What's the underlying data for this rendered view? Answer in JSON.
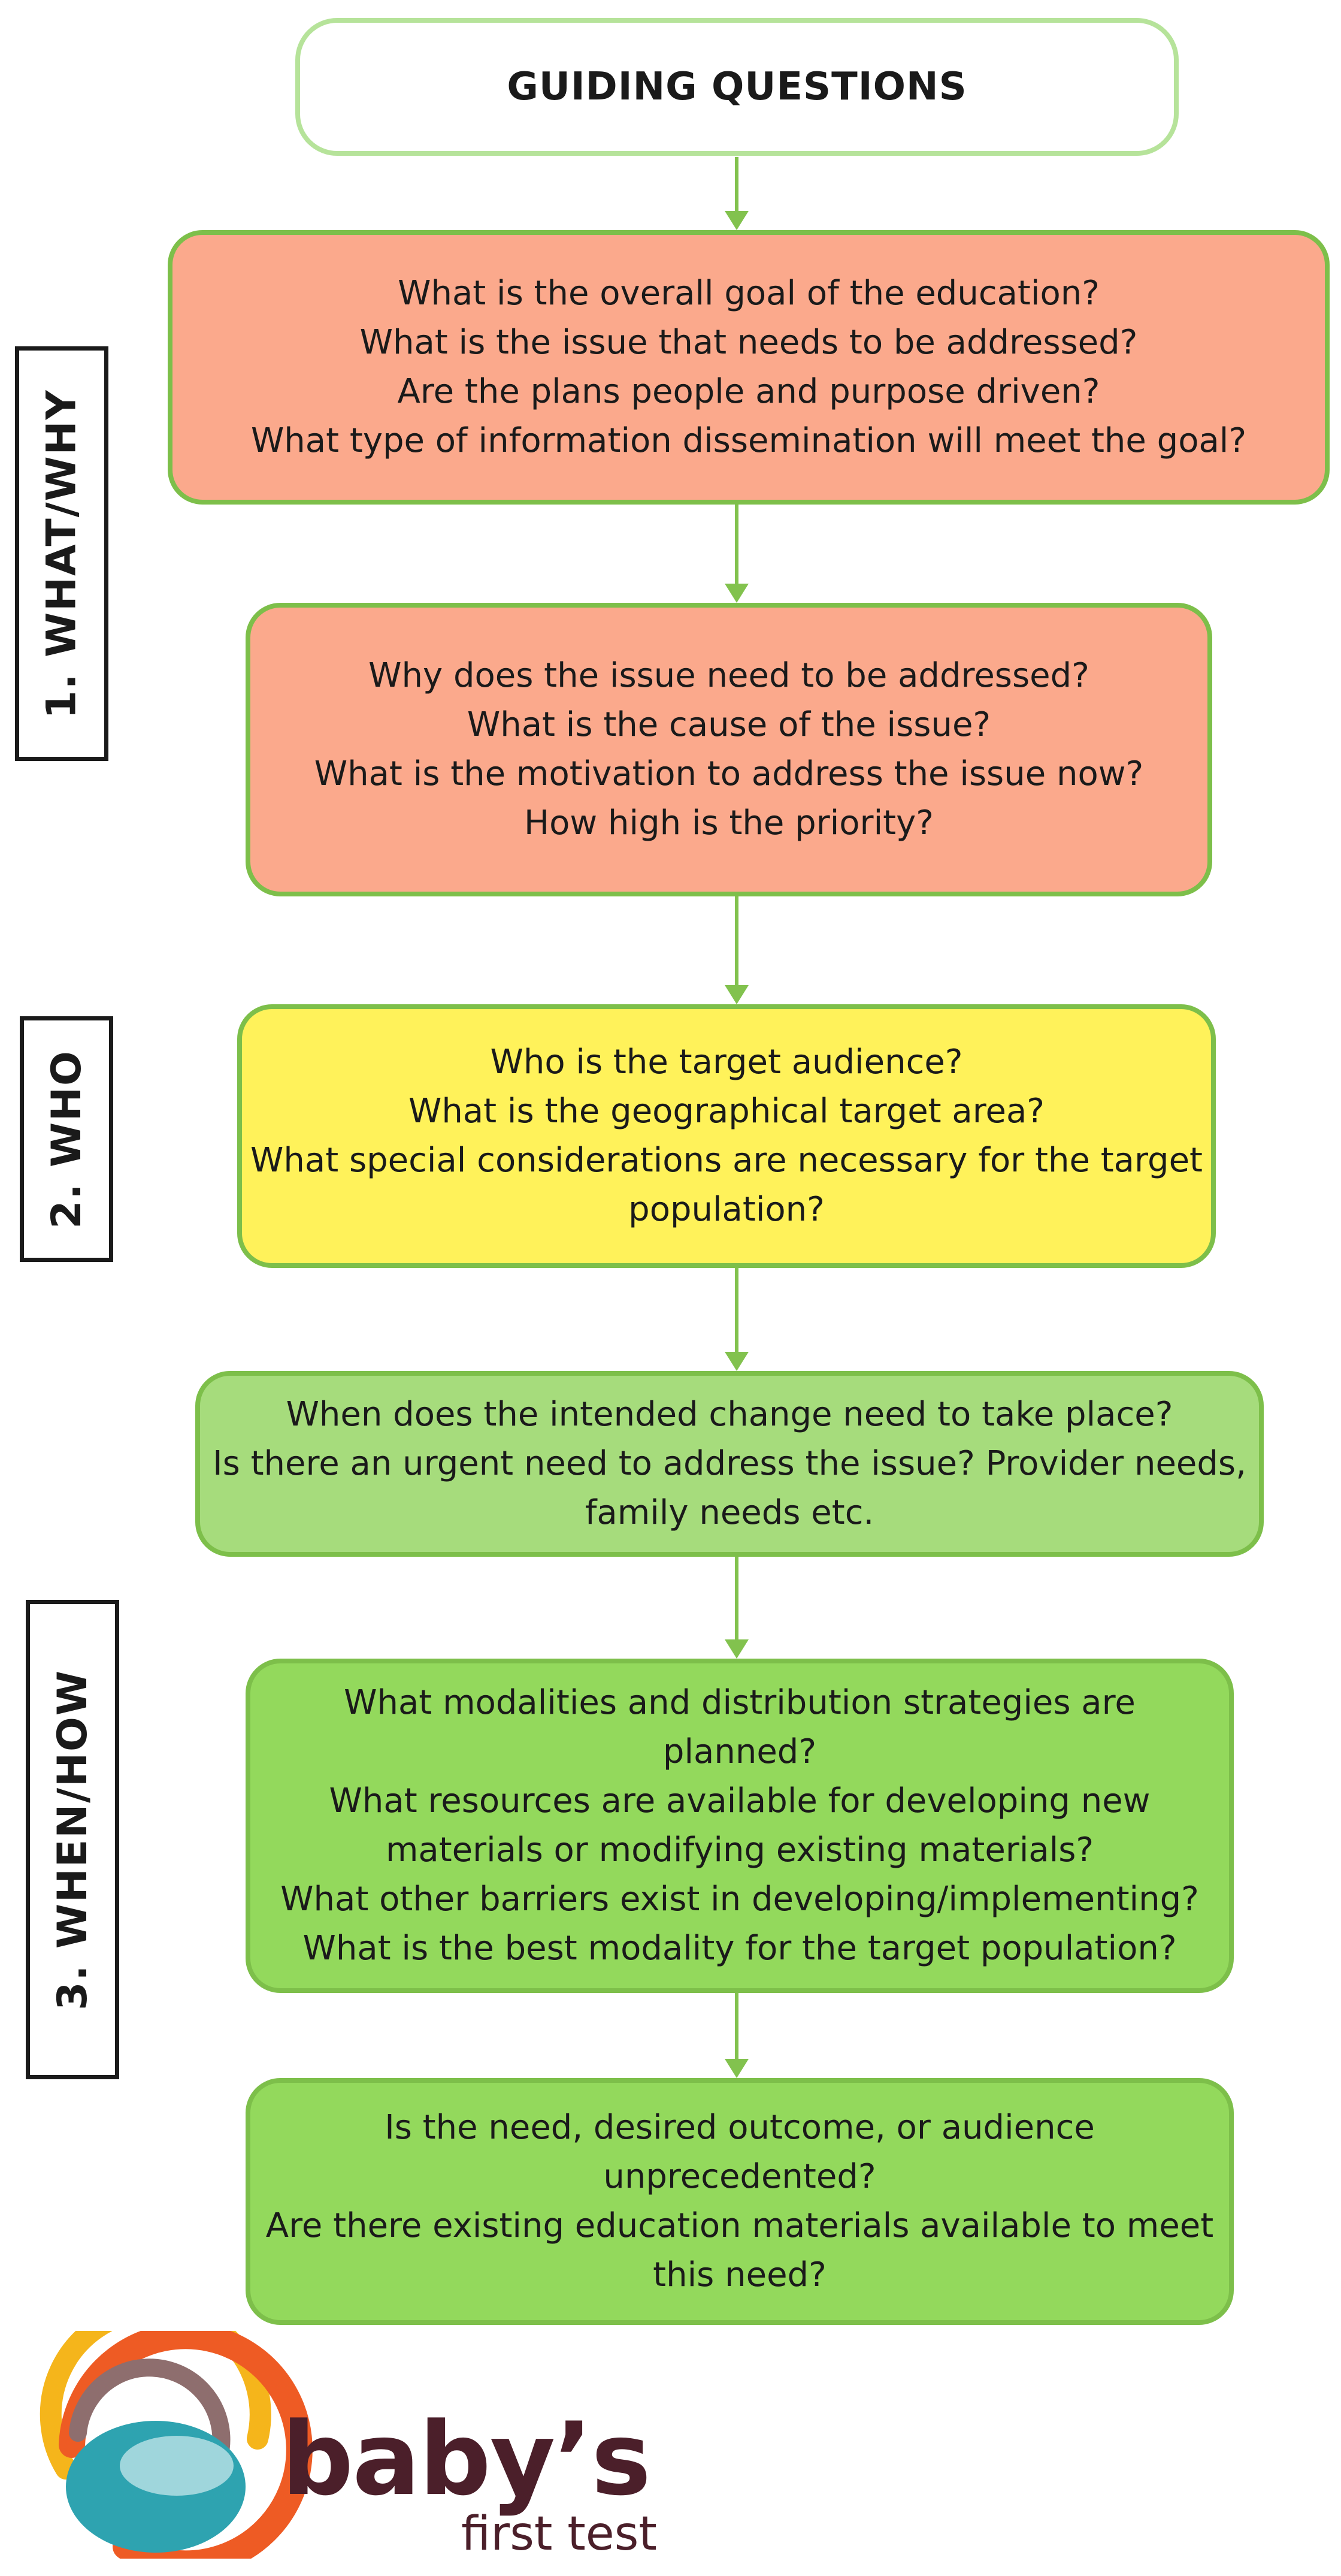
{
  "title": "GUIDING QUESTIONS",
  "sections": [
    {
      "label": "1. WHAT/WHY"
    },
    {
      "label": "2. WHO"
    },
    {
      "label": "3. WHEN/HOW"
    }
  ],
  "boxes": [
    {
      "lines": [
        "What is the overall goal of the education?",
        "What is the issue that needs to be addressed?",
        "Are the plans people and purpose driven?",
        "What type of information dissemination will meet the goal?"
      ],
      "color": "#fba98c"
    },
    {
      "lines": [
        "Why does the issue need to  be addressed?",
        "What is the cause of the issue?",
        "What is the motivation to address the issue now?",
        "How high is the priority?"
      ],
      "color": "#fba98c"
    },
    {
      "lines": [
        "Who is the target audience?",
        "What is the geographical target area?",
        "What special considerations are necessary for the target",
        "population?"
      ],
      "color": "#fff25a"
    },
    {
      "lines": [
        "When does the intended change need to take place?",
        "Is there an urgent need to address the issue? Provider needs,",
        "family needs etc."
      ],
      "color": "#a6dc7c"
    },
    {
      "lines": [
        "What modalities and distribution strategies are",
        "planned?",
        "What resources are available for developing new",
        "materials or modifying existing materials?",
        "What other barriers exist in developing/implementing?",
        "What is the best modality for the target population?"
      ],
      "color": "#93d95c"
    },
    {
      "lines": [
        "Is the need, desired outcome, or audience",
        "unprecedented?",
        "Are there existing education materials available to meet",
        "this need?"
      ],
      "color": "#93d95c"
    }
  ],
  "logo": {
    "word": "baby’s",
    "sub": "first test"
  },
  "colors": {
    "arrow": "#82c24e",
    "border": "#7dbf4a",
    "logo_text": "#4b1f2a"
  }
}
